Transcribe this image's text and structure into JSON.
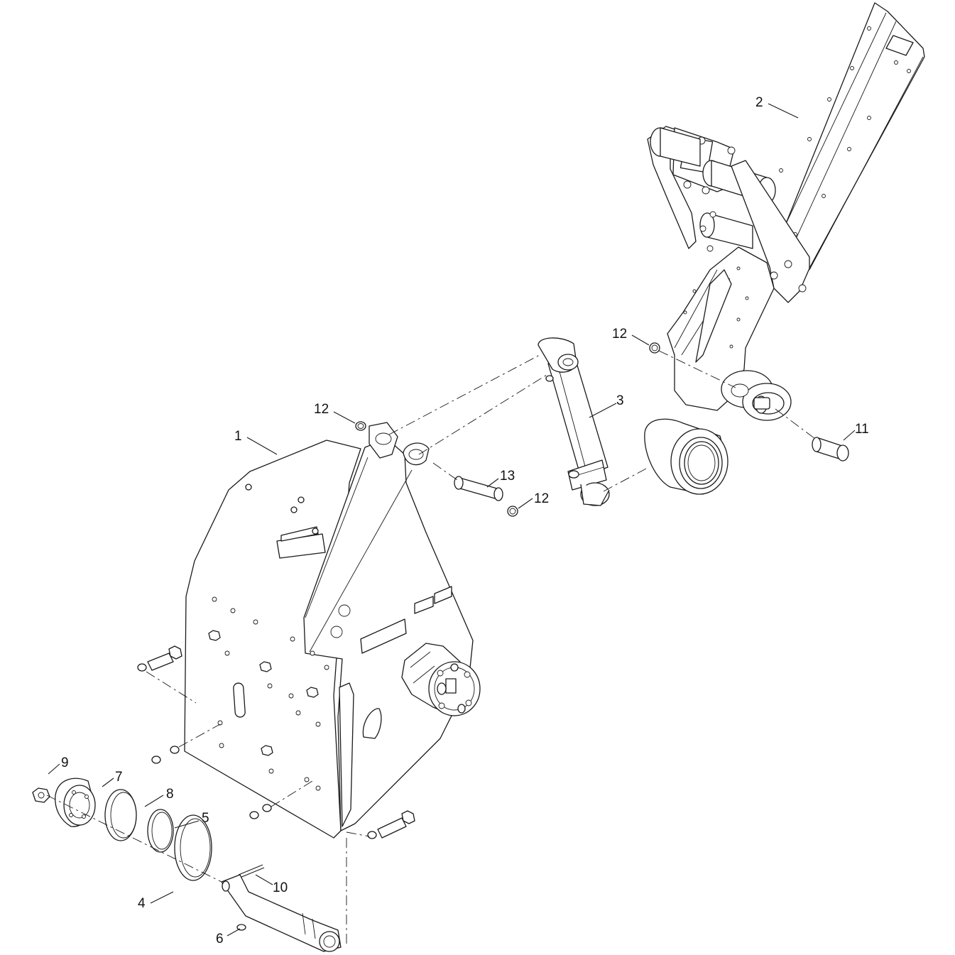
{
  "callouts": {
    "c1": "1",
    "c2": "2",
    "c3": "3",
    "c4": "4",
    "c5": "5",
    "c6": "6",
    "c7": "7",
    "c8": "8",
    "c9": "9",
    "c10": "10",
    "c11": "11",
    "c12a": "12",
    "c12b": "12",
    "c12c": "12",
    "c13": "13"
  }
}
